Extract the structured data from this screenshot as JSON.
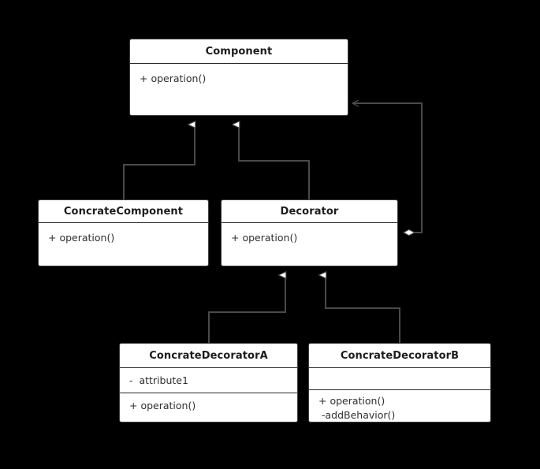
{
  "diagram": {
    "kind": "uml-class-diagram",
    "pattern_name": "Decorator",
    "background_color": "#000000",
    "line_color": "#4a4a4a",
    "class_fill_color": "#ffffff",
    "class_border_color": "#3d3d3d",
    "text_color": "#2f2f2f"
  },
  "classes": {
    "component": {
      "name": "Component",
      "operations": [
        "+ operation()"
      ]
    },
    "concrate_component": {
      "name": "ConcrateComponent",
      "operations": [
        "+ operation()"
      ]
    },
    "decorator": {
      "name": "Decorator",
      "operations": [
        "+ operation()"
      ]
    },
    "concrate_decorator_a": {
      "name": "ConcrateDecoratorA",
      "attributes": [
        "-  attribute1"
      ],
      "operations": [
        "+ operation()"
      ]
    },
    "concrate_decorator_b": {
      "name": "ConcrateDecoratorB",
      "attributes": [],
      "operations": [
        "+ operation()",
        " -addBehavior()"
      ]
    }
  },
  "relationships": [
    {
      "id": "gen-concrate-component-to-component",
      "type": "generalization",
      "from": "ConcrateComponent",
      "to": "Component",
      "arrow": "hollow-triangle"
    },
    {
      "id": "gen-decorator-to-component",
      "type": "generalization",
      "from": "Decorator",
      "to": "Component",
      "arrow": "hollow-triangle"
    },
    {
      "id": "gen-decorator-a-to-decorator",
      "type": "generalization",
      "from": "ConcrateDecoratorA",
      "to": "Decorator",
      "arrow": "hollow-triangle"
    },
    {
      "id": "gen-decorator-b-to-decorator",
      "type": "generalization",
      "from": "ConcrateDecoratorB",
      "to": "Decorator",
      "arrow": "hollow-triangle"
    },
    {
      "id": "agg-decorator-holds-component",
      "type": "aggregation",
      "from": "Decorator",
      "to": "Component",
      "source_decoration": "hollow-diamond",
      "target_decoration": "open-arrow"
    }
  ]
}
